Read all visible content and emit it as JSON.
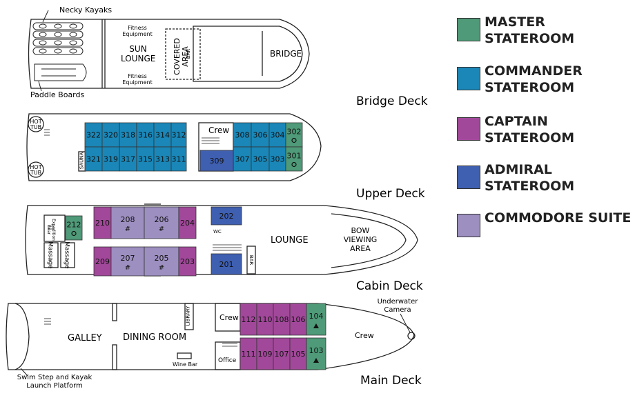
{
  "colors": {
    "master": "#4f9a78",
    "commander": "#1a87b8",
    "captain": "#a2489a",
    "admiral": "#3f5fb0",
    "commodore": "#9d8fc0",
    "outline": "#222222"
  },
  "decks": {
    "bridge": {
      "name": "Bridge Deck",
      "labels": {
        "kayaks": "Necky Kayaks",
        "paddle": "Paddle Boards",
        "fitness_top": "Fitness Equipment",
        "fitness_bottom": "Fitness Equipment",
        "sun_lounge": "SUN LOUNGE",
        "covered_area": "COVERED AREA",
        "bar": "BAR",
        "bridge": "BRIDGE"
      }
    },
    "upper": {
      "name": "Upper Deck",
      "labels": {
        "hot_tub": "HOT TUB",
        "sauna": "SAUNA",
        "crew": "Crew"
      },
      "rooms": [
        {
          "num": "322",
          "type": "commander"
        },
        {
          "num": "320",
          "type": "commander"
        },
        {
          "num": "318",
          "type": "commander"
        },
        {
          "num": "316",
          "type": "commander"
        },
        {
          "num": "314",
          "type": "commander"
        },
        {
          "num": "312",
          "type": "commander"
        },
        {
          "num": "321",
          "type": "commander"
        },
        {
          "num": "319",
          "type": "commander"
        },
        {
          "num": "317",
          "type": "commander"
        },
        {
          "num": "315",
          "type": "commander"
        },
        {
          "num": "313",
          "type": "commander"
        },
        {
          "num": "311",
          "type": "commander"
        },
        {
          "num": "308",
          "type": "commander"
        },
        {
          "num": "306",
          "type": "commander"
        },
        {
          "num": "304",
          "type": "commander"
        },
        {
          "num": "302",
          "type": "master"
        },
        {
          "num": "307",
          "type": "commander"
        },
        {
          "num": "305",
          "type": "commander"
        },
        {
          "num": "303",
          "type": "commander"
        },
        {
          "num": "301",
          "type": "master"
        },
        {
          "num": "309",
          "type": "admiral"
        }
      ]
    },
    "cabin": {
      "name": "Cabin Deck",
      "labels": {
        "expedition_gear": "Expedition Gear",
        "massage_left": "Massage",
        "massage_right": "Massage",
        "wc": "WC",
        "lounge": "LOUNGE",
        "bow_viewing": "BOW VIEWING AREA",
        "bar": "BAR"
      },
      "rooms": [
        {
          "num": "212",
          "type": "master"
        },
        {
          "num": "210",
          "type": "captain"
        },
        {
          "num": "208",
          "type": "commodore"
        },
        {
          "num": "206",
          "type": "commodore"
        },
        {
          "num": "204",
          "type": "captain"
        },
        {
          "num": "209",
          "type": "captain"
        },
        {
          "num": "207",
          "type": "commodore"
        },
        {
          "num": "205",
          "type": "commodore"
        },
        {
          "num": "203",
          "type": "captain"
        },
        {
          "num": "202",
          "type": "admiral"
        },
        {
          "num": "201",
          "type": "admiral"
        }
      ]
    },
    "main": {
      "name": "Main Deck",
      "labels": {
        "galley": "GALLEY",
        "dining": "DINING ROOM",
        "library": "LIBRARY",
        "wine_bar": "Wine Bar",
        "crew_room": "Crew",
        "office": "Office",
        "crew_bow": "Crew",
        "camera": "Underwater Camera",
        "swim_step": "Swim Step and Kayak Launch Platform"
      },
      "rooms": [
        {
          "num": "112",
          "type": "captain"
        },
        {
          "num": "110",
          "type": "captain"
        },
        {
          "num": "108",
          "type": "captain"
        },
        {
          "num": "106",
          "type": "captain"
        },
        {
          "num": "104",
          "type": "master"
        },
        {
          "num": "111",
          "type": "captain"
        },
        {
          "num": "109",
          "type": "captain"
        },
        {
          "num": "107",
          "type": "captain"
        },
        {
          "num": "105",
          "type": "captain"
        },
        {
          "num": "103",
          "type": "master"
        }
      ]
    }
  },
  "legend": [
    {
      "key": "master",
      "label": "MASTER STATEROOM"
    },
    {
      "key": "commander",
      "label": "COMMANDER STATEROOM"
    },
    {
      "key": "captain",
      "label": "CAPTAIN STATEROOM"
    },
    {
      "key": "admiral",
      "label": "ADMIRAL STATEROOM"
    },
    {
      "key": "commodore",
      "label": "COMMODORE SUITE"
    }
  ],
  "markers": {
    "hash": "#"
  }
}
